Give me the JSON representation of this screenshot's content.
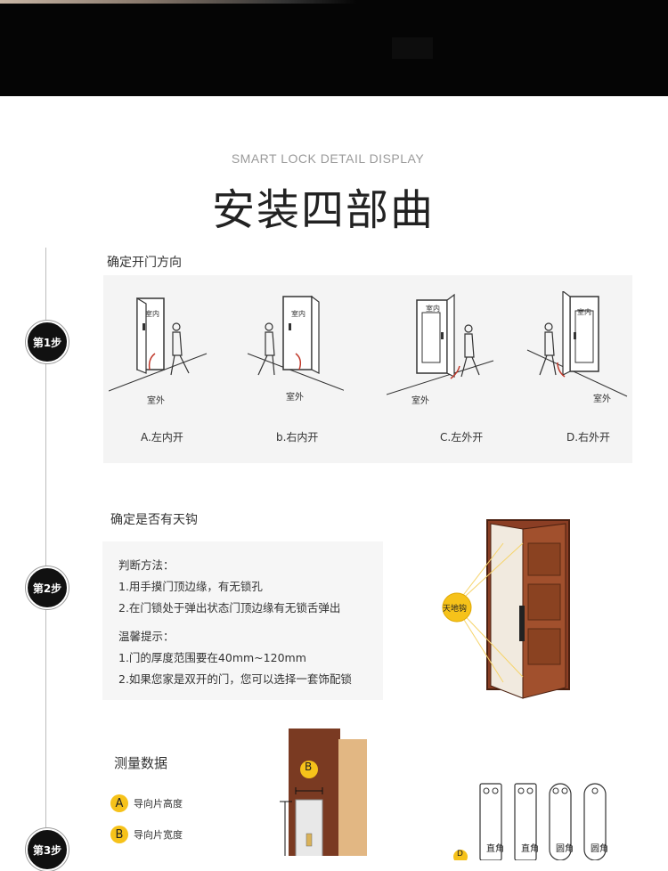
{
  "header": {
    "subtitle": "SMART LOCK DETAIL DISPLAY",
    "title": "安装四部曲"
  },
  "steps": [
    {
      "badge": "第1步",
      "title": "确定开门方向"
    },
    {
      "badge": "第2步",
      "title": "确定是否有天钩"
    },
    {
      "badge": "第3步",
      "title": "测量数据"
    }
  ],
  "step1": {
    "indoor": "室内",
    "outdoor": "室外",
    "figures": [
      {
        "label": "A.左内开"
      },
      {
        "label": "b.右内开"
      },
      {
        "label": "C.左外开"
      },
      {
        "label": "D.右外开"
      }
    ]
  },
  "step2": {
    "method_title": "判断方法：",
    "method_1": "1.用手摸门顶边缘，有无锁孔",
    "method_2": "2.在门锁处于弹出状态门顶边缘有无锁舌弹出",
    "tip_title": "温馨提示：",
    "tip_1": "1.门的厚度范围要在40mm~120mm",
    "tip_2": "2.如果您家是双开的门，您可以选择一套饰配锁",
    "hook_label": "天地钩"
  },
  "step3": {
    "item_a_letter": "A",
    "item_a_text": "导向片高度",
    "item_b_letter": "B",
    "item_b_text": "导向片宽度",
    "door_letter": "B",
    "strike_labels": [
      "直角",
      "直角",
      "圆角",
      "圆角"
    ],
    "strike_d_letter": "D"
  },
  "colors": {
    "badge": "#111111",
    "accent": "#f6c21a",
    "door": "#7a3a22"
  }
}
